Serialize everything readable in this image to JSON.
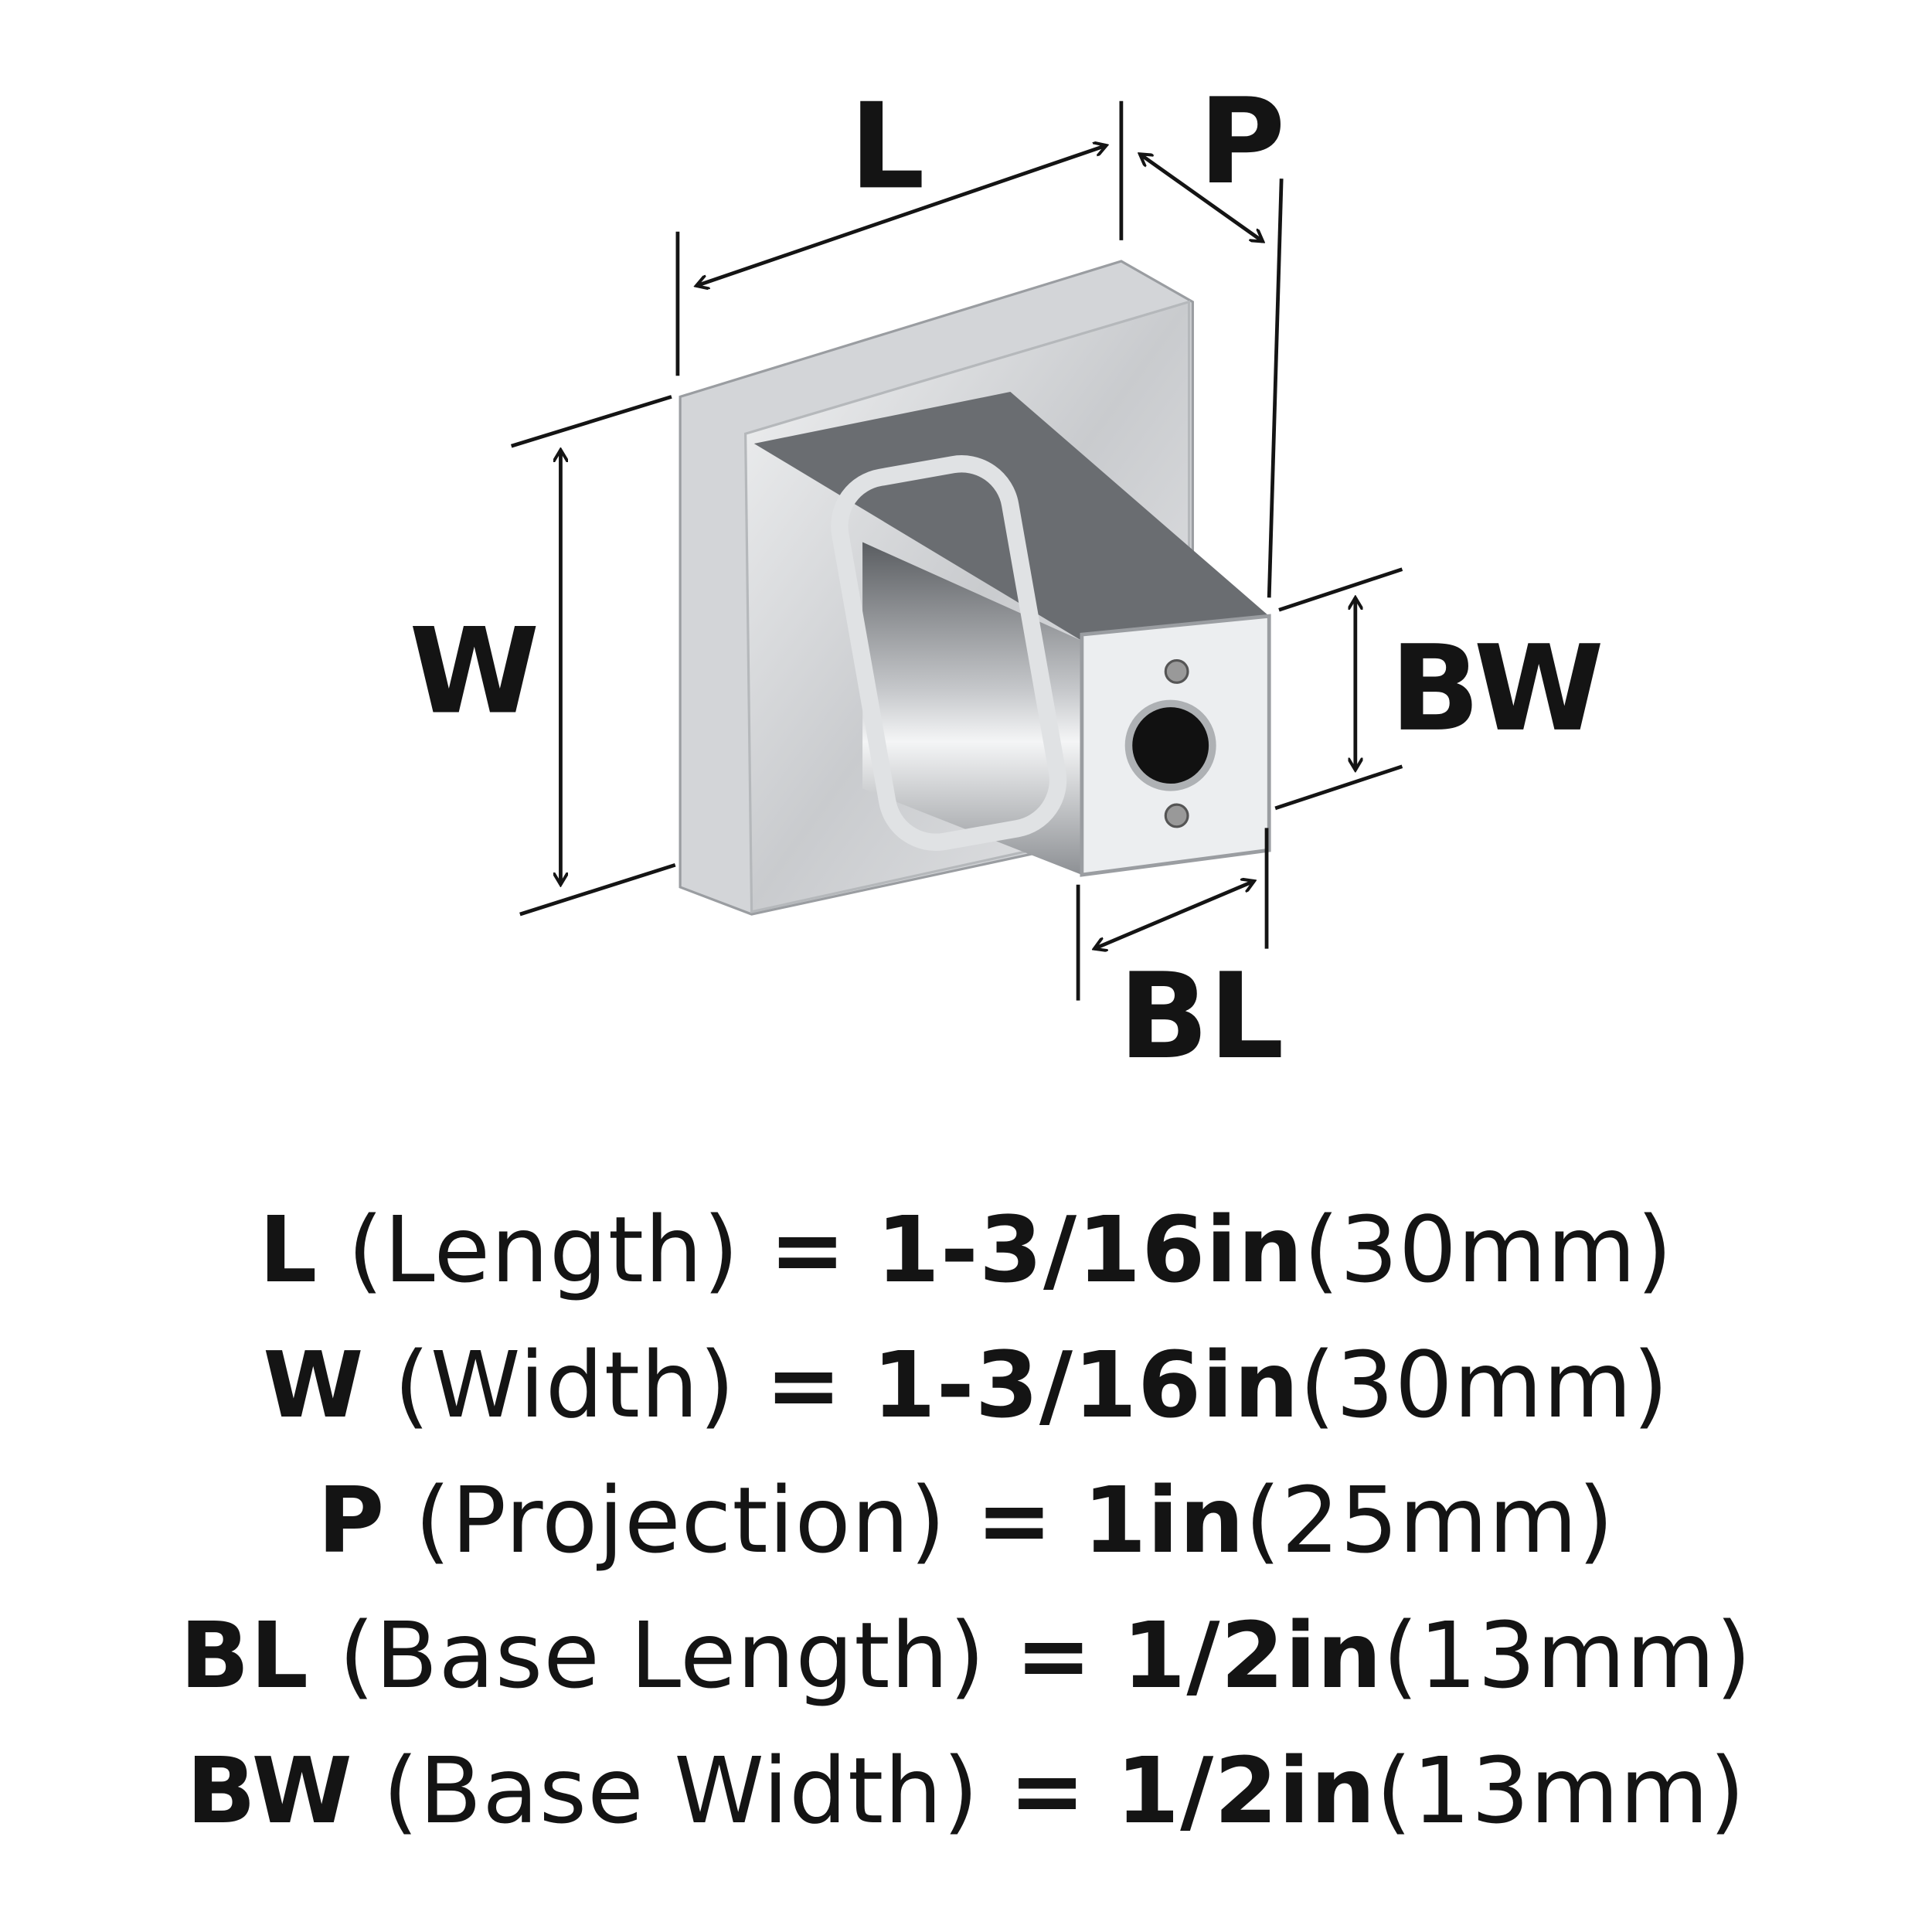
{
  "diagram": {
    "labels": {
      "L": "L",
      "P": "P",
      "W": "W",
      "BW": "BW",
      "BL": "BL"
    },
    "colors": {
      "ink": "#141414",
      "chrome_light": "#e6e8ea",
      "chrome_mid": "#a9acb0",
      "chrome_dark": "#55585c"
    }
  },
  "specs": [
    {
      "code": "L",
      "name": "(Length)",
      "eq": "=",
      "imperial": "1-3/16in",
      "metric": "(30mm)"
    },
    {
      "code": "W",
      "name": "(Width)",
      "eq": "=",
      "imperial": "1-3/16in",
      "metric": "(30mm)"
    },
    {
      "code": "P",
      "name": "(Projection)",
      "eq": "=",
      "imperial": "1in",
      "metric": "(25mm)"
    },
    {
      "code": "BL",
      "name": "(Base Length)",
      "eq": "=",
      "imperial": "1/2in",
      "metric": "(13mm)"
    },
    {
      "code": "BW",
      "name": "(Base Width)",
      "eq": "=",
      "imperial": "1/2in",
      "metric": "(13mm)"
    }
  ]
}
